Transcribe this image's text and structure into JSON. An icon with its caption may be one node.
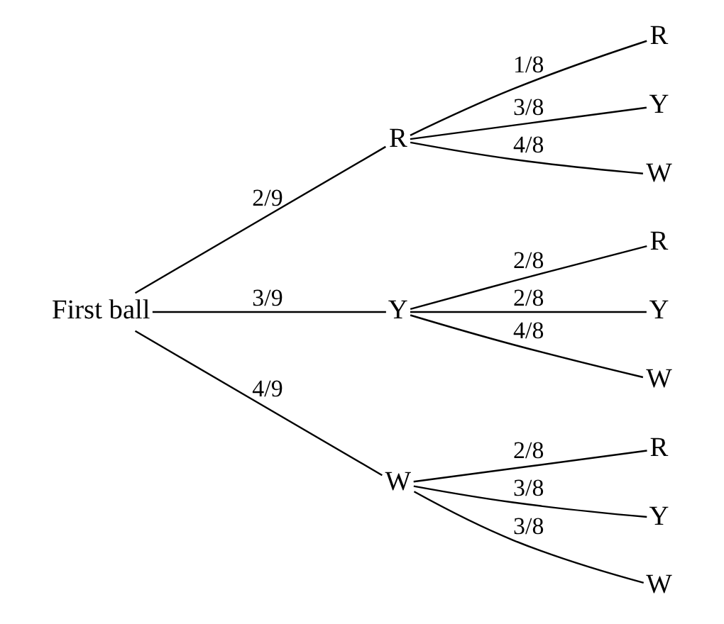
{
  "diagram": {
    "nodes": [
      {
        "text": [
          "First ball"
        ]
      },
      {
        "text": [
          "R"
        ]
      },
      {
        "text": [
          "Y"
        ]
      },
      {
        "text": [
          "W"
        ]
      },
      {
        "text": [
          "R"
        ]
      },
      {
        "text": [
          "Y"
        ]
      },
      {
        "text": [
          "W"
        ]
      },
      {
        "text": [
          "R"
        ]
      },
      {
        "text": [
          "Y"
        ]
      },
      {
        "text": [
          "W"
        ]
      },
      {
        "text": [
          "R"
        ]
      },
      {
        "text": [
          "Y"
        ]
      },
      {
        "text": [
          "W"
        ]
      }
    ],
    "edges": [
      {
        "from": 0,
        "to": 1,
        "arrow": "none",
        "label": "2/9"
      },
      {
        "from": 0,
        "to": 2,
        "arrow": "none",
        "label": "3/9"
      },
      {
        "from": 0,
        "to": 3,
        "arrow": "none",
        "label": "4/9"
      },
      {
        "from": 1,
        "to": 4,
        "arrow": "none",
        "label": "1/8"
      },
      {
        "from": 1,
        "to": 5,
        "arrow": "none",
        "label": "3/8"
      },
      {
        "from": 1,
        "to": 6,
        "arrow": "none",
        "label": "4/8"
      },
      {
        "from": 2,
        "to": 7,
        "arrow": "none",
        "label": "2/8"
      },
      {
        "from": 2,
        "to": 8,
        "arrow": "none",
        "label": "2/8"
      },
      {
        "from": 2,
        "to": 9,
        "arrow": "none",
        "label": "4/8"
      },
      {
        "from": 3,
        "to": 10,
        "arrow": "none",
        "label": "2/8"
      },
      {
        "from": 3,
        "to": 11,
        "arrow": "none",
        "label": "3/8"
      },
      {
        "from": 3,
        "to": 12,
        "arrow": "none",
        "label": "3/8"
      }
    ]
  }
}
